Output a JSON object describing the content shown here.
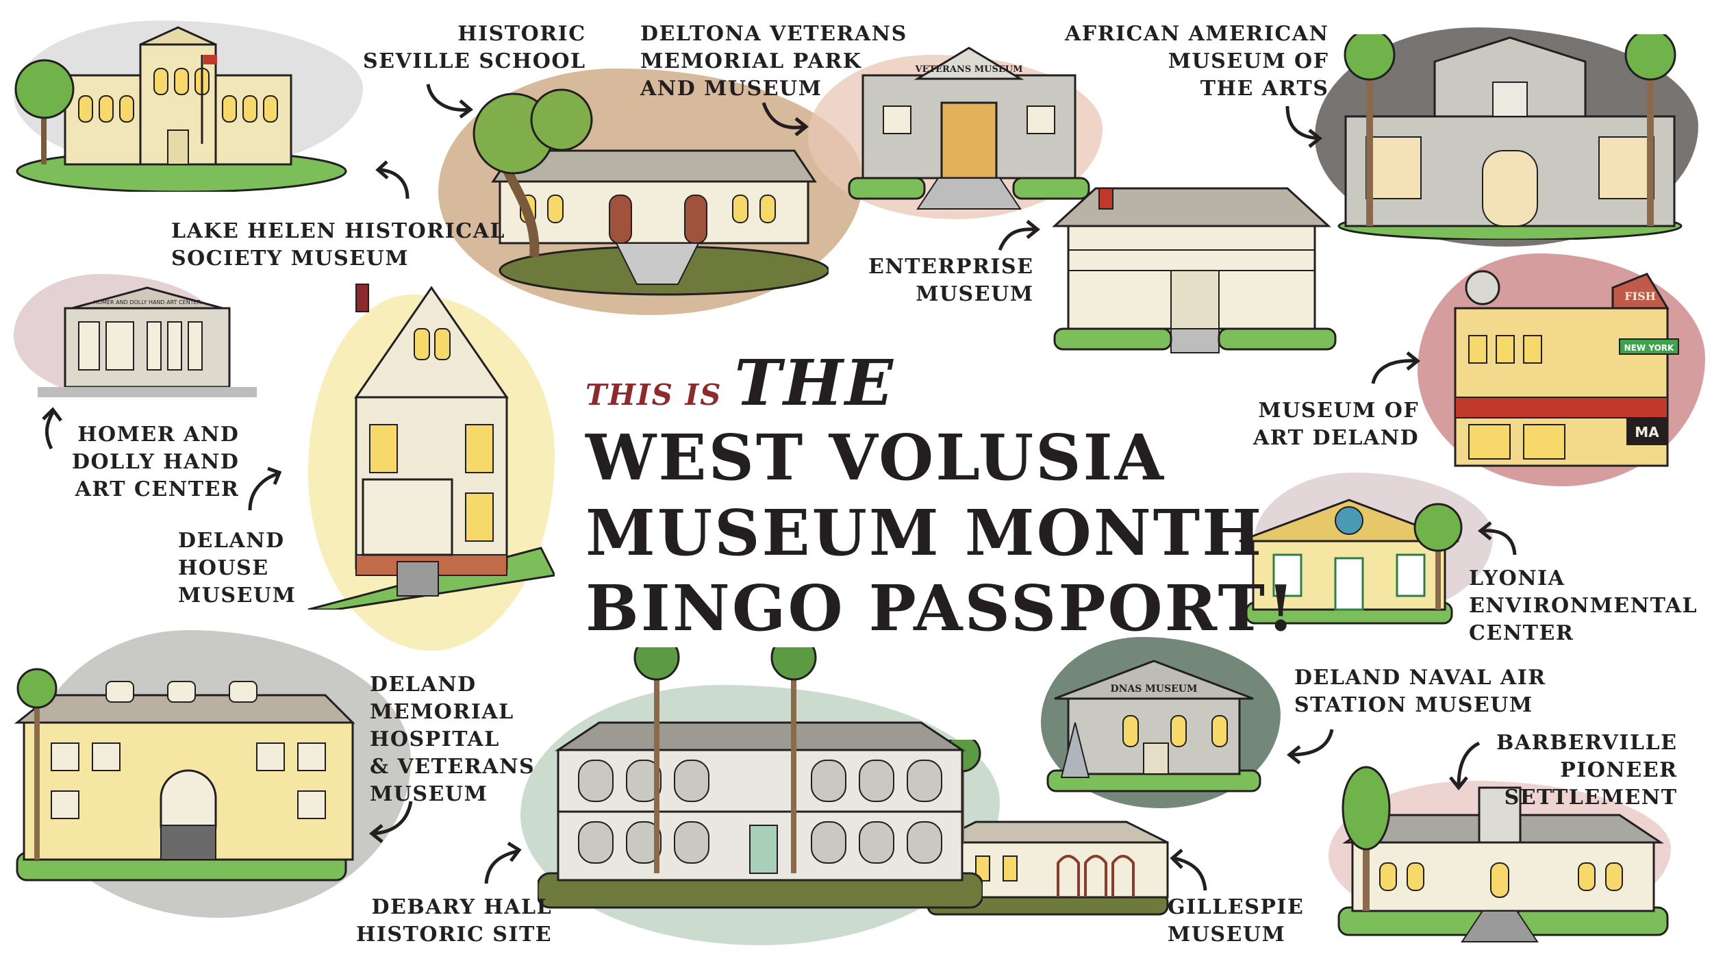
{
  "title": {
    "prefix": "THIS IS",
    "the": "THE",
    "line1": "WEST VOLUSIA",
    "line2": "MUSEUM MONTH",
    "line3": "BINGO PASSPORT!"
  },
  "museums": {
    "lake_helen": "LAKE HELEN HISTORICAL\nSOCIETY MUSEUM",
    "seville": "HISTORIC\nSEVILLE SCHOOL",
    "deltona": "DELTONA VETERANS\nMEMORIAL PARK\nAND MUSEUM",
    "african_american": "AFRICAN AMERICAN\nMUSEUM OF\nTHE ARTS",
    "enterprise": "ENTERPRISE\nMUSEUM",
    "homer_dolly": "HOMER AND\nDOLLY HAND\nART CENTER",
    "deland_house": "DELAND\nHOUSE\nMUSEUM",
    "art_deland": "MUSEUM OF\nART DELAND",
    "lyonia": "LYONIA\nENVIRONMENTAL\nCENTER",
    "naval_air": "DELAND NAVAL AIR\nSTATION MUSEUM",
    "barberville": "BARBERVILLE\nPIONEER\nSETTLEMENT",
    "memorial_hospital": "DELAND\nMEMORIAL\nHOSPITAL\n& VETERANS\nMUSEUM",
    "debary": "DEBARY HALL\nHISTORIC SITE",
    "gillespie": "GILLESPIE\nMUSEUM"
  },
  "signs": {
    "veterans": "VETERANS MUSEUM",
    "homer": "HOMER AND DOLLY HAND ART CENTER",
    "fish": "FISH",
    "newyork": "NEW YORK",
    "ma": "MA",
    "dnas": "DNAS MUSEUM"
  },
  "colors": {
    "title_accent": "#8b2b2d",
    "ink": "#231f20",
    "grass": "#7cbf5a",
    "cream": "#f2ecd0",
    "yellow": "#f5e6a3"
  }
}
